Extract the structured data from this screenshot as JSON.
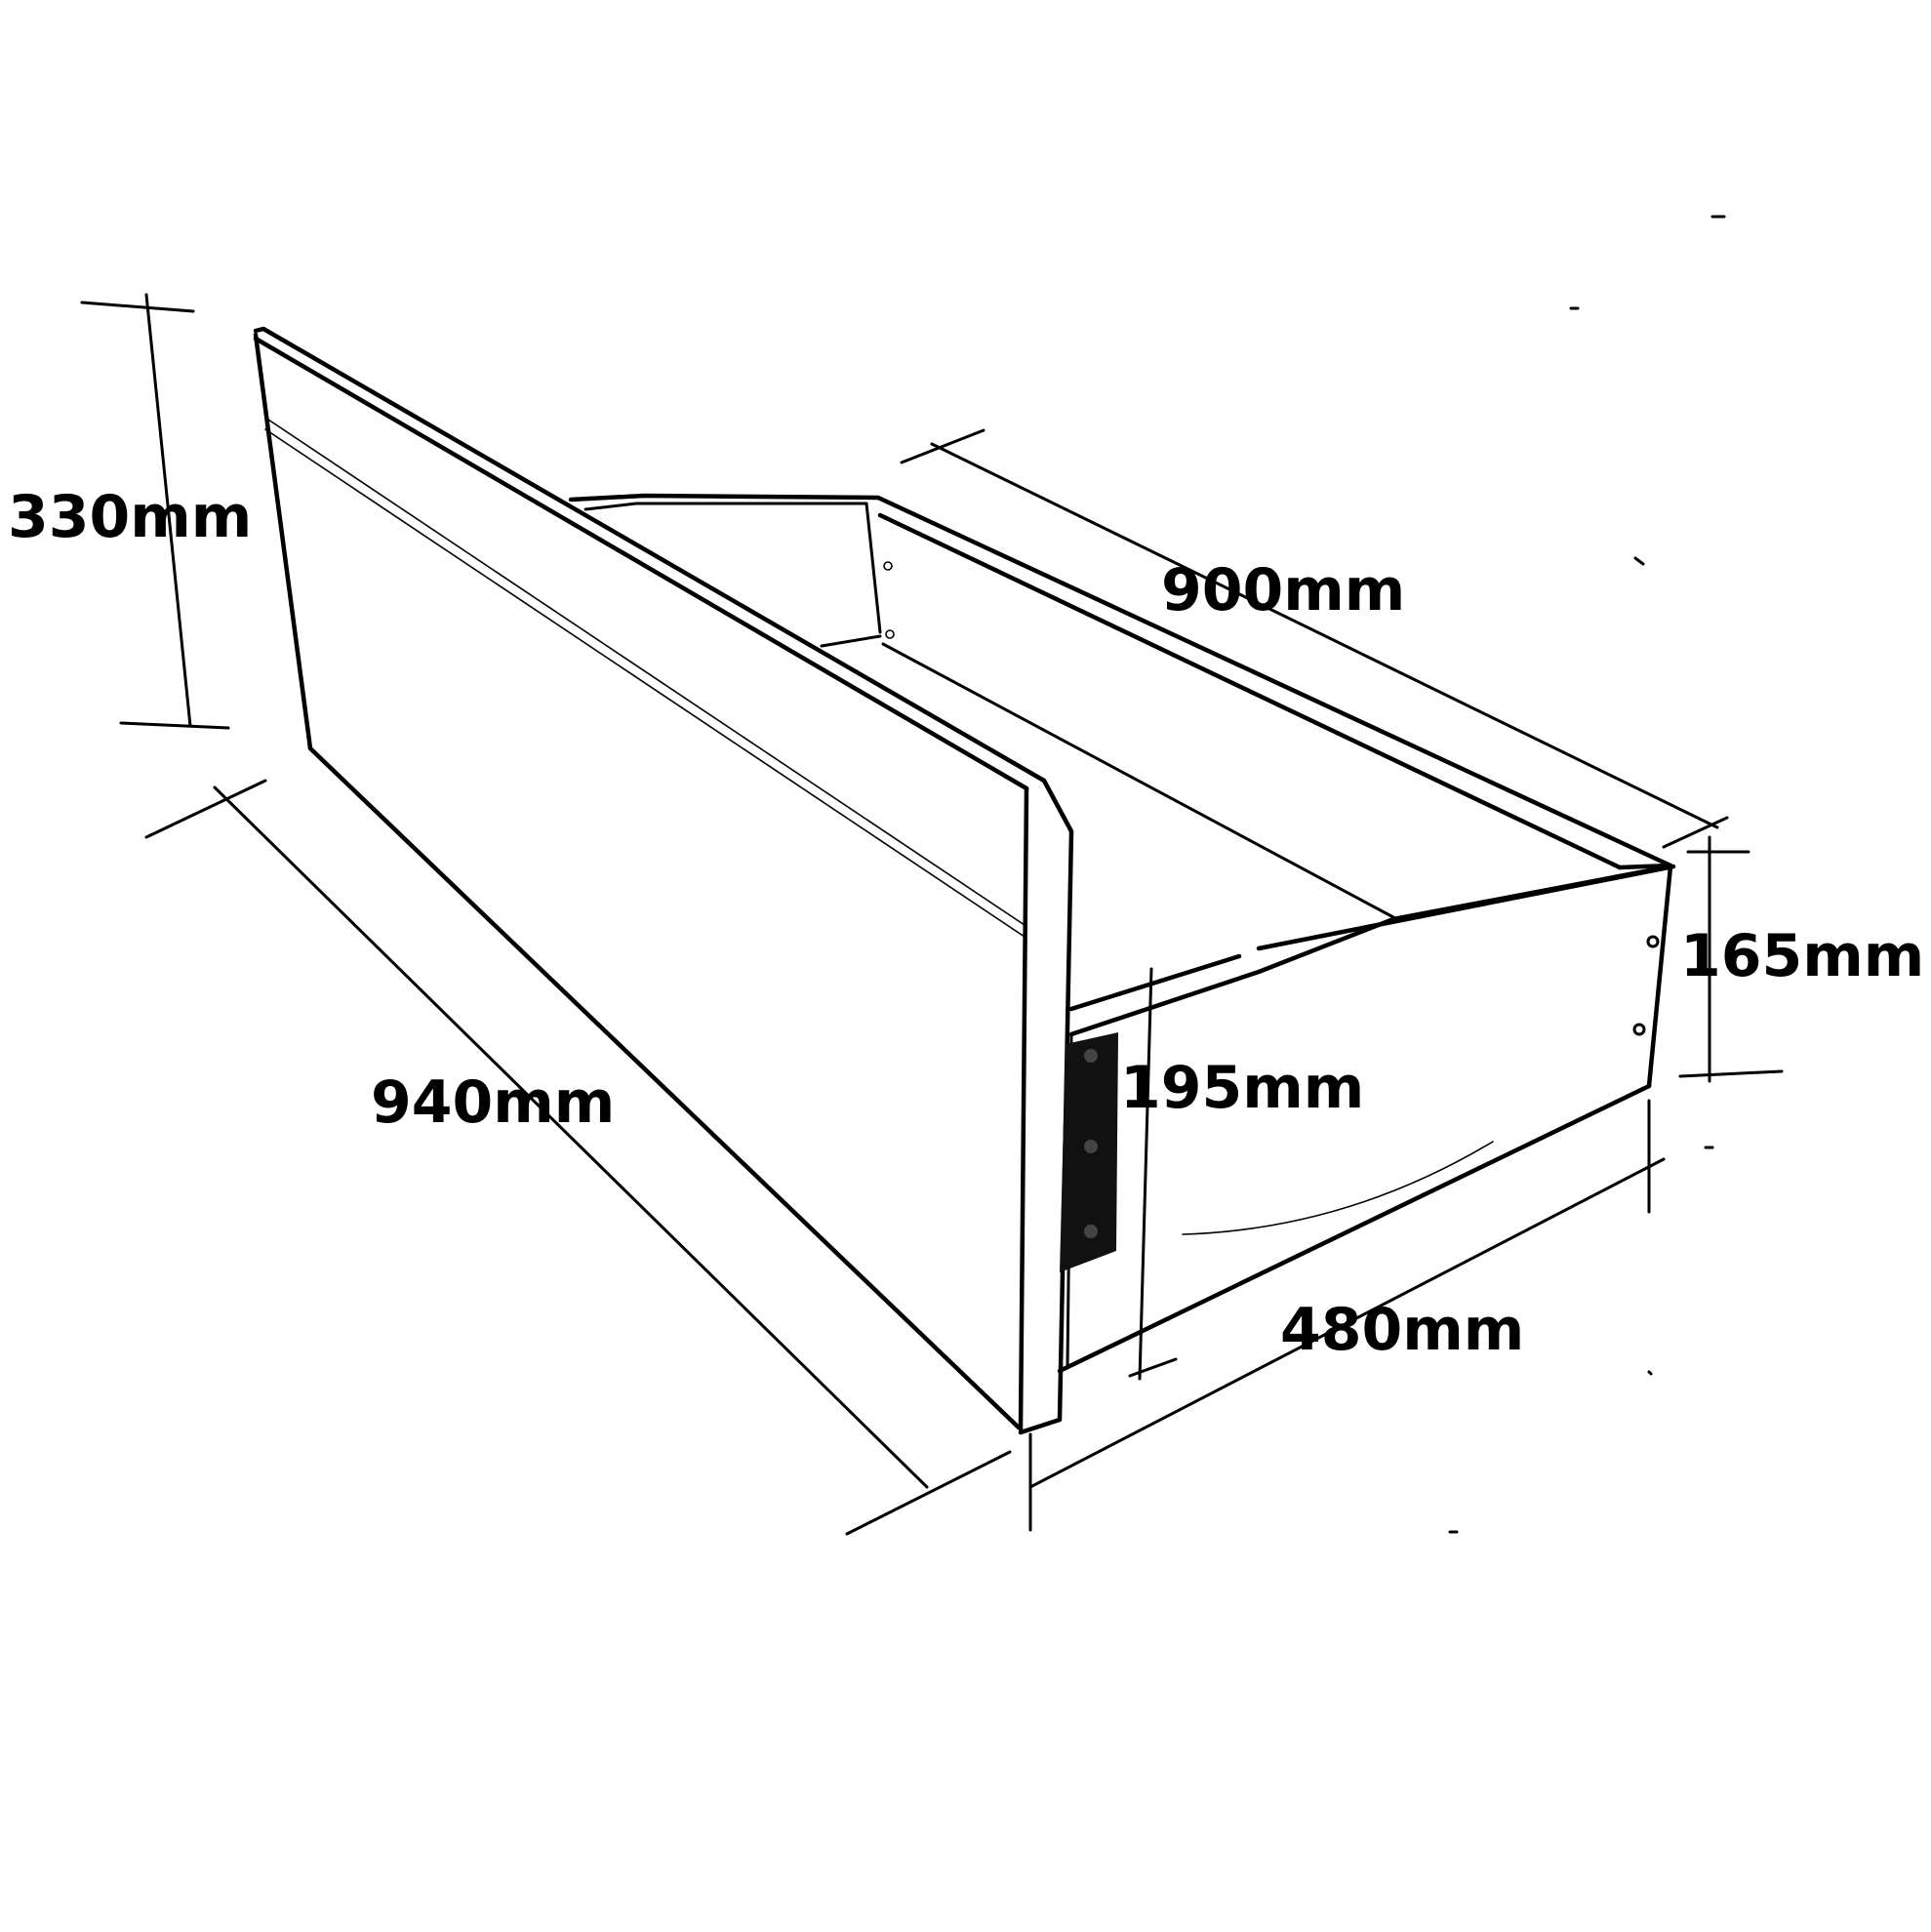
{
  "dimensions": {
    "height_side": "330mm",
    "length_top": "900mm",
    "length_side": "940mm",
    "height_drawer": "165mm",
    "height_front": "195mm",
    "width_front": "480mm"
  }
}
